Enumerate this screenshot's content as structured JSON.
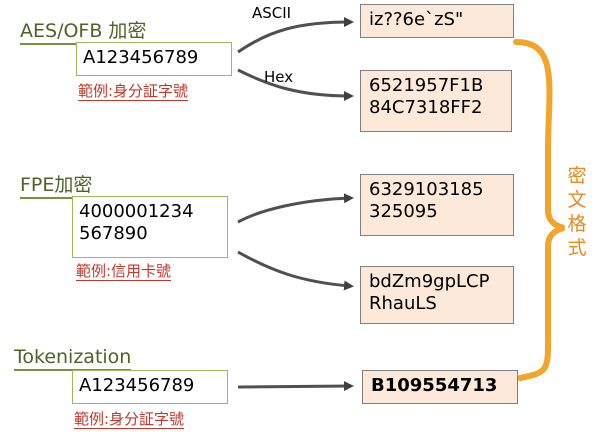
{
  "aes": {
    "title": "AES/OFB 加密",
    "input": "A123456789",
    "example": "範例:身分証字號",
    "ascii_label": "ASCII",
    "hex_label": "Hex",
    "ascii_output": "iz??6e`zS\"",
    "hex_output": "6521957F1B\n84C7318FF2"
  },
  "fpe": {
    "title": "FPE加密",
    "input": "4000001234\n567890",
    "example": "範例:信用卡號",
    "output_numeric": "6329103185\n325095",
    "output_alpha": "bdZm9gpLCP\nRhauLS"
  },
  "tokenization": {
    "title": "Tokenization",
    "input": "A123456789",
    "example": "範例:身分証字號",
    "output": "B109554713"
  },
  "side_label": [
    "密",
    "文",
    "格",
    "式"
  ],
  "colors": {
    "title_green": "#4f6228",
    "example_red": "#c0392b",
    "output_fill": "#fde9d9",
    "bracket_orange": "#f2a42c"
  }
}
